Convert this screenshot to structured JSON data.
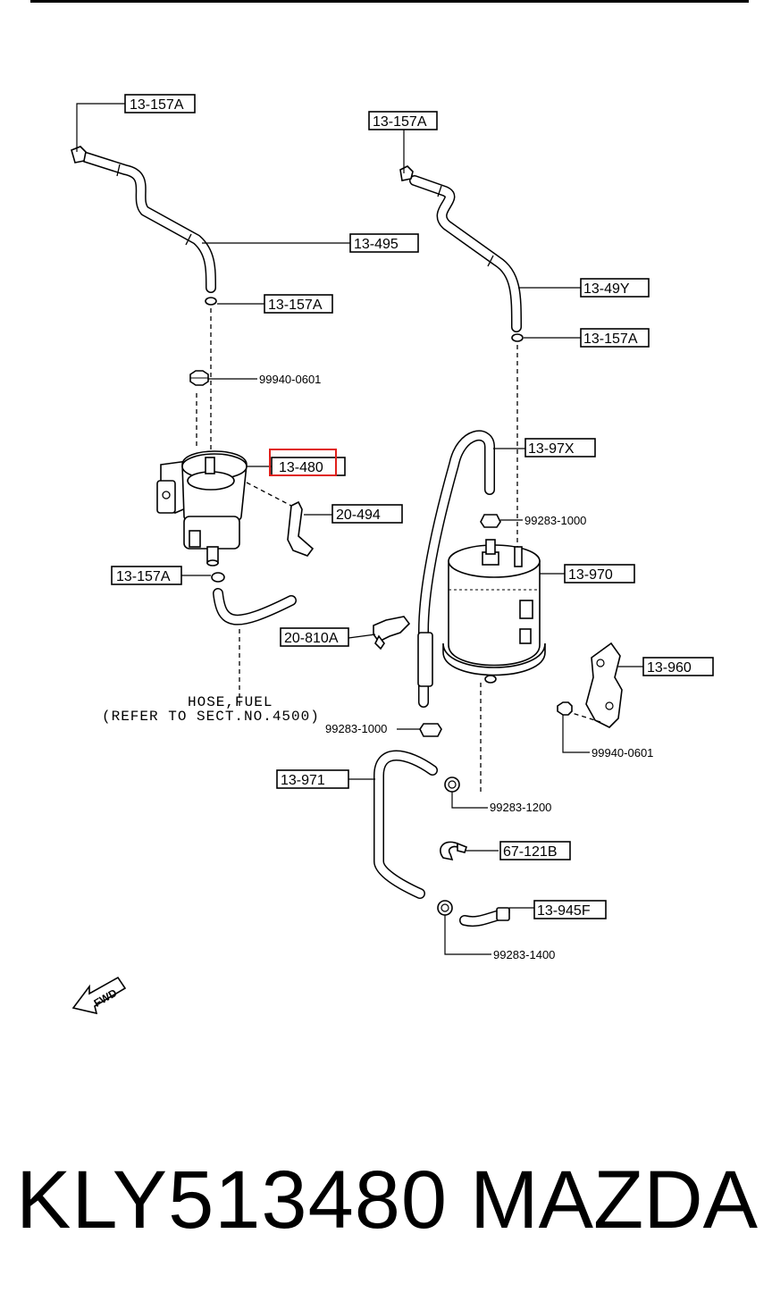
{
  "callouts": {
    "c1": "13-157A",
    "c2": "13-495",
    "c3": "13-157A",
    "c4": "99940-0601",
    "c5": "13-480",
    "c6": "20-494",
    "c7": "13-157A",
    "c8": "20-810A",
    "c9": "13-157A",
    "c10": "13-49Y",
    "c11": "13-157A",
    "c12": "13-97X",
    "c13": "99283-1000",
    "c14": "13-970",
    "c15": "13-960",
    "c16": "99940-0601",
    "c17": "99283-1000",
    "c18": "13-971",
    "c19": "99283-1200",
    "c20": "67-121B",
    "c21": "13-945F",
    "c22": "99283-1400"
  },
  "note": {
    "line1": "HOSE,FUEL",
    "line2": "(REFER TO SECT.NO.4500)"
  },
  "fwd_arrow": "FWD",
  "highlight_color": "#e0201b",
  "footer": {
    "part_number": "KLY513480",
    "brand": "MAZDA"
  }
}
